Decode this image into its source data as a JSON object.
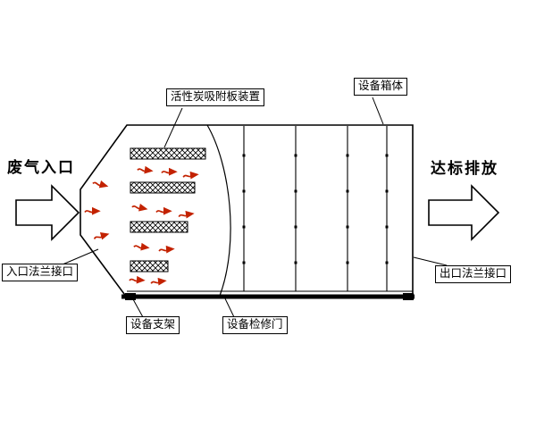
{
  "diagram": {
    "title": "activated-carbon-adsorption-equipment-diagram",
    "labels": {
      "waste_gas_inlet": "废气入口",
      "inlet_flange": "入口法兰接口",
      "carbon_plate_device": "活性炭吸附板装置",
      "equipment_box": "设备箱体",
      "discharge": "达标排放",
      "outlet_flange": "出口法兰接口",
      "support": "设备支架",
      "maintenance_door": "设备检修门"
    }
  },
  "colors": {
    "line": "#000000",
    "flow": "#c32200",
    "background": "#ffffff"
  }
}
